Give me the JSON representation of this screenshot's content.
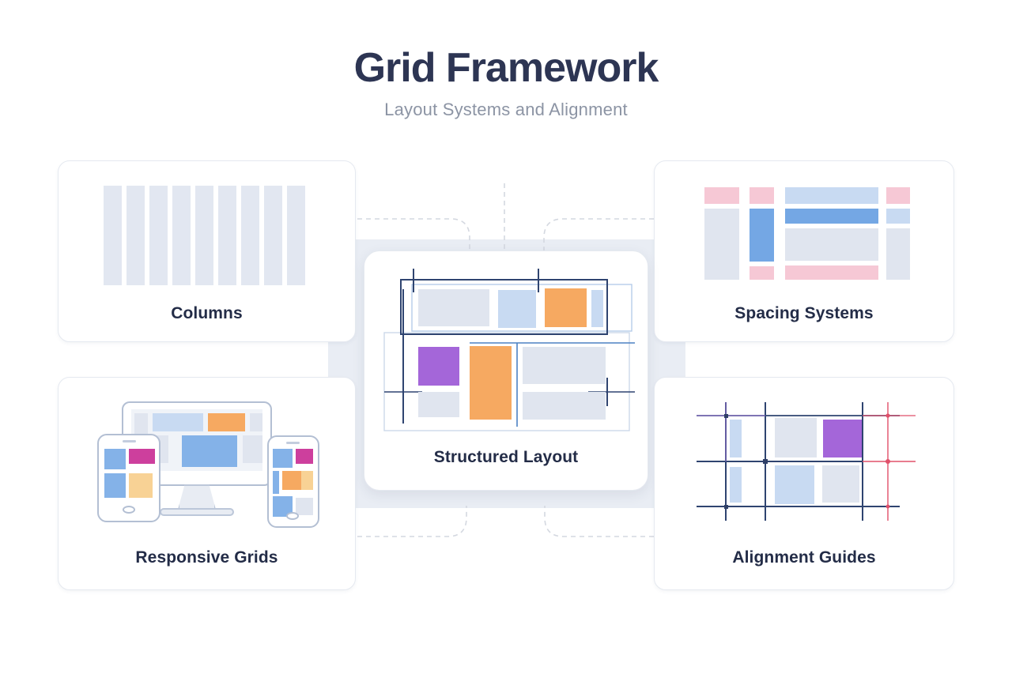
{
  "header": {
    "title": "Grid Framework",
    "subtitle": "Layout Systems and Alignment"
  },
  "cards": {
    "columns": {
      "label": "Columns"
    },
    "spacing": {
      "label": "Spacing Systems"
    },
    "structured": {
      "label": "Structured Layout"
    },
    "responsive": {
      "label": "Responsive Grids"
    },
    "alignment": {
      "label": "Alignment Guides"
    }
  },
  "colors": {
    "title_text": "#2d3553",
    "subtitle_text": "#8c94a4",
    "card_label_text": "#232c47",
    "card_border": "#e5e9f0",
    "ring_band": "#e9edf4",
    "column_bar": "#e2e7f1",
    "pink": "#f6c8d5",
    "gray_block": "#e0e5ef",
    "light_blue": "#c8daf2",
    "medium_blue": "#74a7e4",
    "orange": "#f6a961",
    "yellow": "#f8d295",
    "purple": "#a466d9",
    "magenta": "#cd3f9d",
    "device_blue": "#84b2e8",
    "navy_guide_line": "#2f4470",
    "blue_guide_line": "#4d82c4",
    "red_guide_line": "#e0506a",
    "dashed_connector": "#d4d8e0"
  }
}
